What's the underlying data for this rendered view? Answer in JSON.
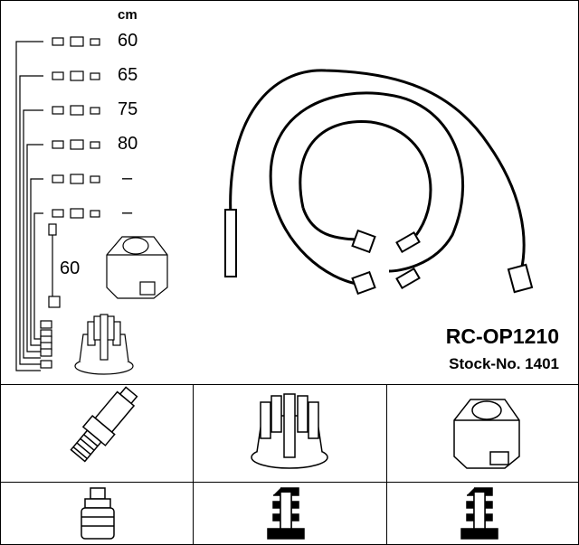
{
  "unit_label": "cm",
  "wire_lengths": [
    "60",
    "65",
    "75",
    "80",
    "–",
    "–"
  ],
  "coil_wire_length": "60",
  "product": {
    "model": "RC-OP1210",
    "stock_no": "Stock-No. 1401"
  },
  "icons": [
    "wire-set-drawing",
    "ignition-coil",
    "distributor-cap",
    "spark-plug",
    "spark-plug-boot",
    "distributor-boot",
    "coil-boot"
  ]
}
